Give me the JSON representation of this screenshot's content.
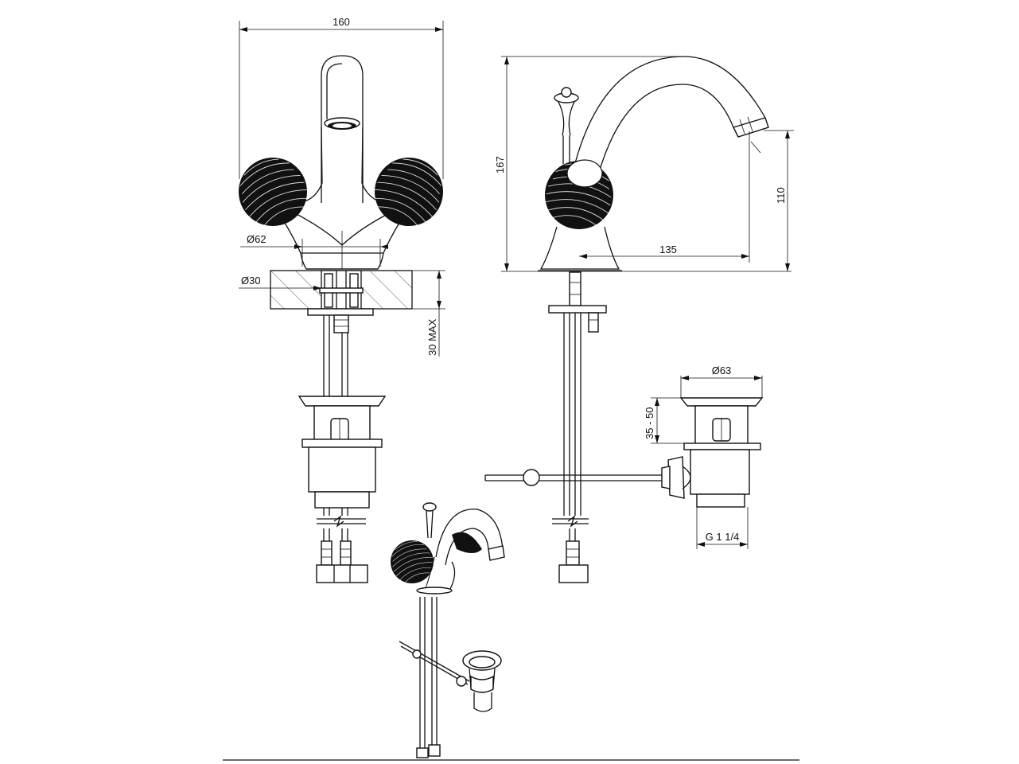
{
  "dimensions": {
    "overall_width": "160",
    "knob_diameter": "Ø62",
    "hole_diameter": "Ø30",
    "deck_thickness": "30 MAX",
    "overall_height": "167",
    "spout_height": "110",
    "spout_reach": "135",
    "waste_diameter": "Ø63",
    "waste_height": "35 - 50",
    "waste_thread": "G 1 1/4"
  }
}
